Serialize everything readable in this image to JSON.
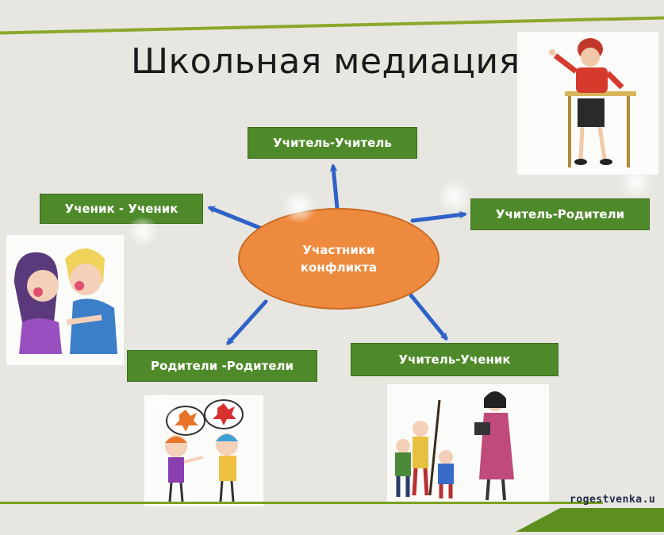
{
  "title": "Школьная медиация",
  "center": {
    "line1": "Участники",
    "line2": "конфликта"
  },
  "nodes": {
    "teacher_teacher": "Учитель-Учитель",
    "student_student": "Ученик - Ученик",
    "teacher_parents": "Учитель-Родители",
    "parents_parents": "Родители -Родители",
    "teacher_student": "Учитель-Ученик"
  },
  "watermark": "rogestvenka.u",
  "colors": {
    "node_fill": "#4f8a2a",
    "center_fill": "#ee8a3e",
    "arrow": "#2f62c8",
    "accent_bar": "#8aa82a"
  },
  "images": {
    "top_right": "teacher-at-desk-illustration",
    "left": "children-arguing-illustration",
    "bottom_left": "children-quarrel-illustration",
    "bottom_right": "teacher-with-students-illustration"
  }
}
